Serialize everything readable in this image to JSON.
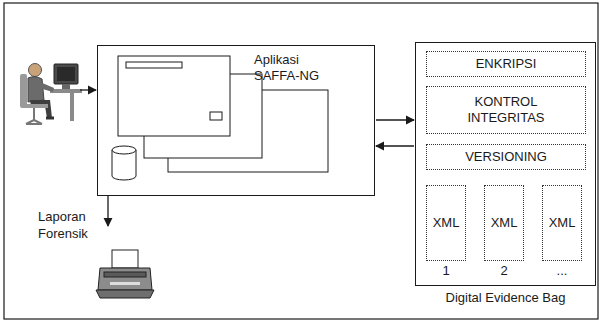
{
  "diagram": {
    "nodes": [
      {
        "text": [
          "Aplikasi SAFFA-NG"
        ]
      },
      {
        "text": [
          "Digital Evidence Bag"
        ]
      },
      {
        "text": [
          "ENKRIPSI"
        ],
        "in": 1
      },
      {
        "text": [
          "KONTROL INTEGRITAS"
        ],
        "in": 1
      },
      {
        "text": [
          "VERSIONING"
        ],
        "in": 1
      },
      {
        "text": [
          "XML",
          "1"
        ],
        "in": 1
      },
      {
        "text": [
          "XML",
          "2"
        ],
        "in": 1
      },
      {
        "text": [
          "XML",
          "..."
        ],
        "in": 1
      }
    ],
    "edges": [
      {
        "from": 0,
        "to": 1,
        "arrow": "to"
      },
      {
        "from": 1,
        "to": 0,
        "arrow": "to"
      }
    ],
    "labels": [
      "Laporan Forensik"
    ]
  }
}
